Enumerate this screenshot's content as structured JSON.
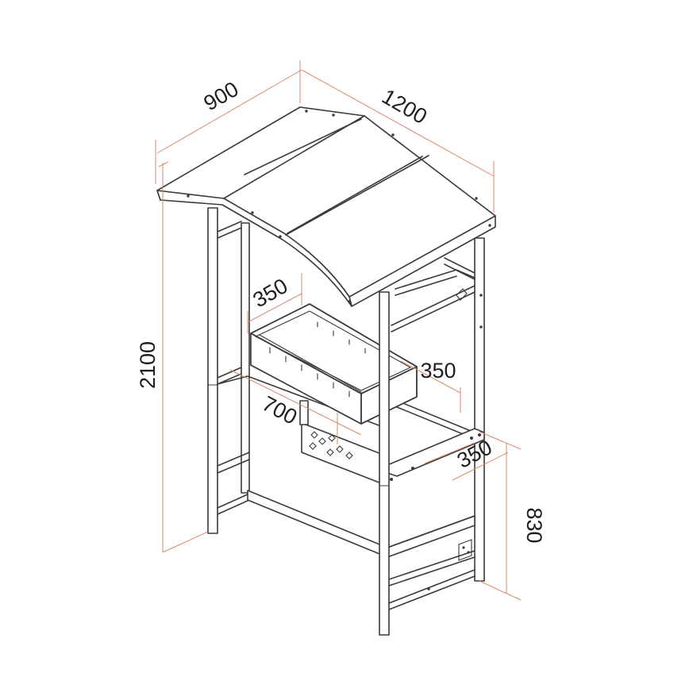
{
  "dimensions": {
    "roof_depth": "900",
    "roof_width": "1200",
    "total_height": "2100",
    "firebox_width": "350",
    "firebox_depth": "350",
    "firebox_length": "700",
    "shelf_depth": "350",
    "work_height": "830"
  },
  "colors": {
    "outline": "#3a3a3a",
    "dimension_line": "#d98a70",
    "label": "#1e1e1e"
  }
}
